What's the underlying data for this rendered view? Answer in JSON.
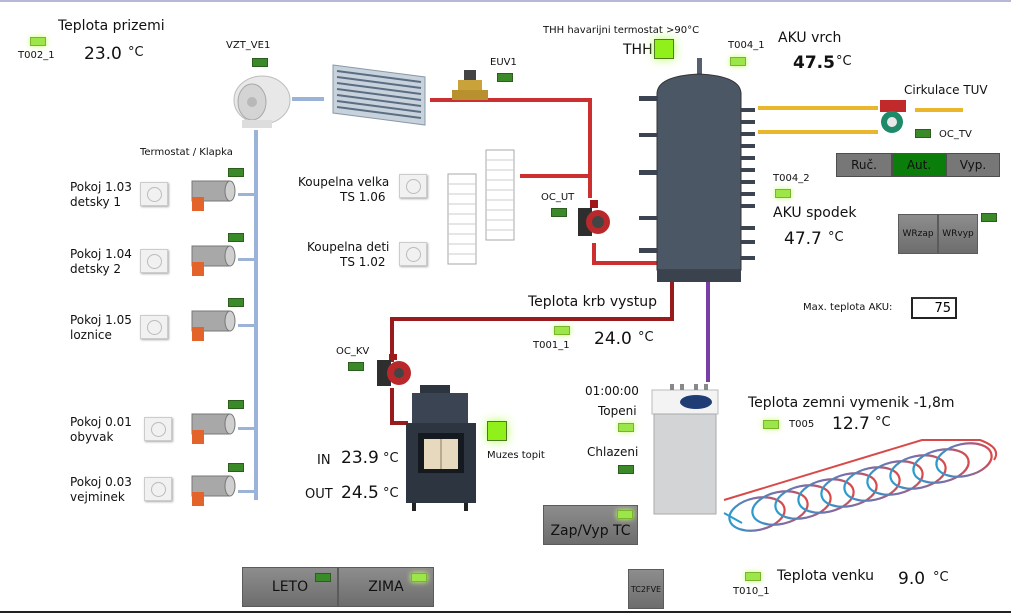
{
  "sensors": {
    "prizemi": {
      "title": "Teplota prizemi",
      "id": "T002_1",
      "value": "23.0",
      "unit": "°C",
      "led": "on"
    },
    "aku_vrch": {
      "title": "AKU vrch",
      "id": "T004_1",
      "value": "47.5",
      "unit": "°C",
      "led": "on"
    },
    "aku_spodek": {
      "title": "AKU spodek",
      "id": "T004_2",
      "value": "47.7",
      "unit": "°C",
      "led": "on"
    },
    "krb_vystup": {
      "title": "Teplota krb vystup",
      "id": "T001_1",
      "value": "24.0",
      "unit": "°C",
      "led": "on"
    },
    "zemni_vymenik": {
      "title": "Teplota zemni vymenik -1,8m",
      "id": "T005",
      "value": "12.7",
      "unit": "°C",
      "led": "on"
    },
    "venku": {
      "title": "Teplota venku",
      "id": "T010_1",
      "value": "9.0",
      "unit": "°C",
      "led": "on"
    }
  },
  "ventilation": {
    "fan_label": "VZT_VE1",
    "fan_led": "off",
    "valve_label": "EUV1",
    "valve_led": "off",
    "header": "Termostat / Klapka",
    "rooms": [
      {
        "line1": "Pokoj 1.03",
        "line2": "detsky 1",
        "led": "off"
      },
      {
        "line1": "Pokoj 1.04",
        "line2": "detsky 2",
        "led": "off"
      },
      {
        "line1": "Pokoj 1.05",
        "line2": "loznice",
        "led": "off"
      },
      {
        "line1": "Pokoj 0.01",
        "line2": "obyvak",
        "led": "off"
      },
      {
        "line1": "Pokoj 0.03",
        "line2": "vejminek",
        "led": "off"
      }
    ]
  },
  "bathrooms": [
    {
      "line1": "Koupelna velka",
      "line2": "TS 1.06"
    },
    {
      "line1": "Koupelna deti",
      "line2": "TS 1.02"
    }
  ],
  "pumps": {
    "oc_ut": {
      "label": "OC_UT",
      "led": "off"
    },
    "oc_kv": {
      "label": "OC_KV",
      "led": "off"
    },
    "oc_tv": {
      "label": "OC_TV",
      "led": "off"
    }
  },
  "thh": {
    "caption": "THH havarijni termostat >90°C",
    "label": "THH",
    "state": "on"
  },
  "circulation": {
    "title": "Cirkulace TUV",
    "modes": [
      "Ruč.",
      "Aut.",
      "Vyp."
    ],
    "active_mode": "Aut."
  },
  "wr": {
    "on_label": "WRzap",
    "off_label": "WRvyp",
    "led": "off"
  },
  "max_aku": {
    "label": "Max. teplota AKU:",
    "value": "75"
  },
  "fireplace": {
    "in_label": "IN",
    "in_value": "23.9",
    "out_label": "OUT",
    "out_value": "24.5",
    "unit": "°C",
    "muzes_topit": "Muzes topit"
  },
  "heat_pump": {
    "timer": "01:00:00",
    "topeni_label": "Topeni",
    "topeni_led": "on",
    "chlazeni_label": "Chlazeni",
    "chlazeni_led": "off",
    "toggle_label": "Zap/Vyp TC",
    "toggle_led": "on"
  },
  "season": {
    "leto_label": "LETO",
    "leto_led": "off",
    "zima_label": "ZIMA",
    "zima_led": "on"
  },
  "tc2fve_label": "TC2FVE"
}
